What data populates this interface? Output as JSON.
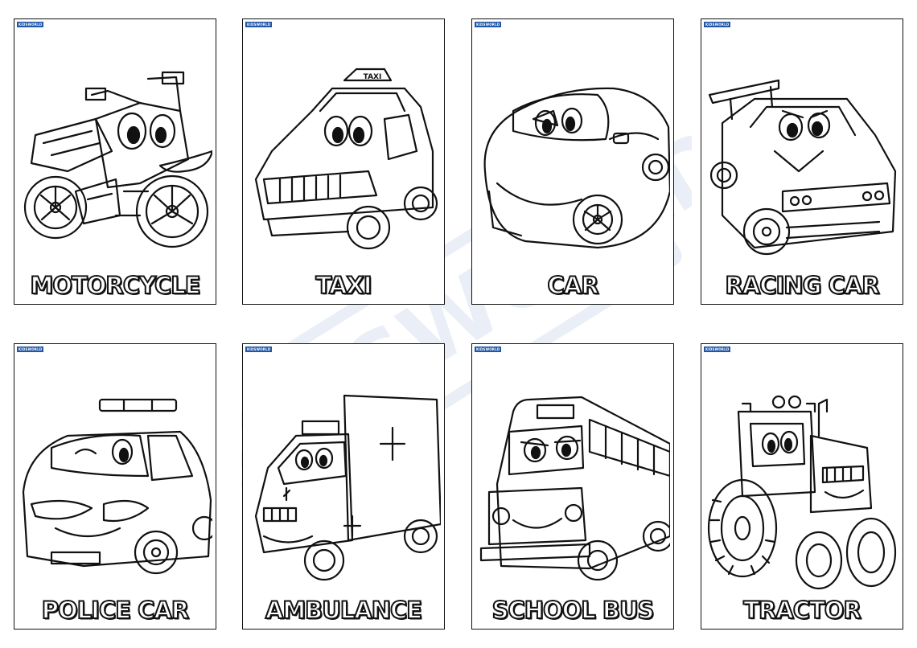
{
  "brand": {
    "badge_text": "KIDSWORLD",
    "watermark_text": "KIDSWORLD",
    "watermark_color": "#d9e2f2",
    "badge_color": "#1f56a8"
  },
  "cards": [
    {
      "label": "MOTORCYCLE",
      "icon": "motorcycle-icon"
    },
    {
      "label": "TAXI",
      "icon": "taxi-icon",
      "sign_text": "TAXI"
    },
    {
      "label": "CAR",
      "icon": "car-icon"
    },
    {
      "label": "RACING CAR",
      "icon": "racing-car-icon"
    },
    {
      "label": "POLICE CAR",
      "icon": "police-car-icon"
    },
    {
      "label": "AMBULANCE",
      "icon": "ambulance-icon"
    },
    {
      "label": "SCHOOL BUS",
      "icon": "school-bus-icon"
    },
    {
      "label": "TRACTOR",
      "icon": "tractor-icon"
    }
  ]
}
